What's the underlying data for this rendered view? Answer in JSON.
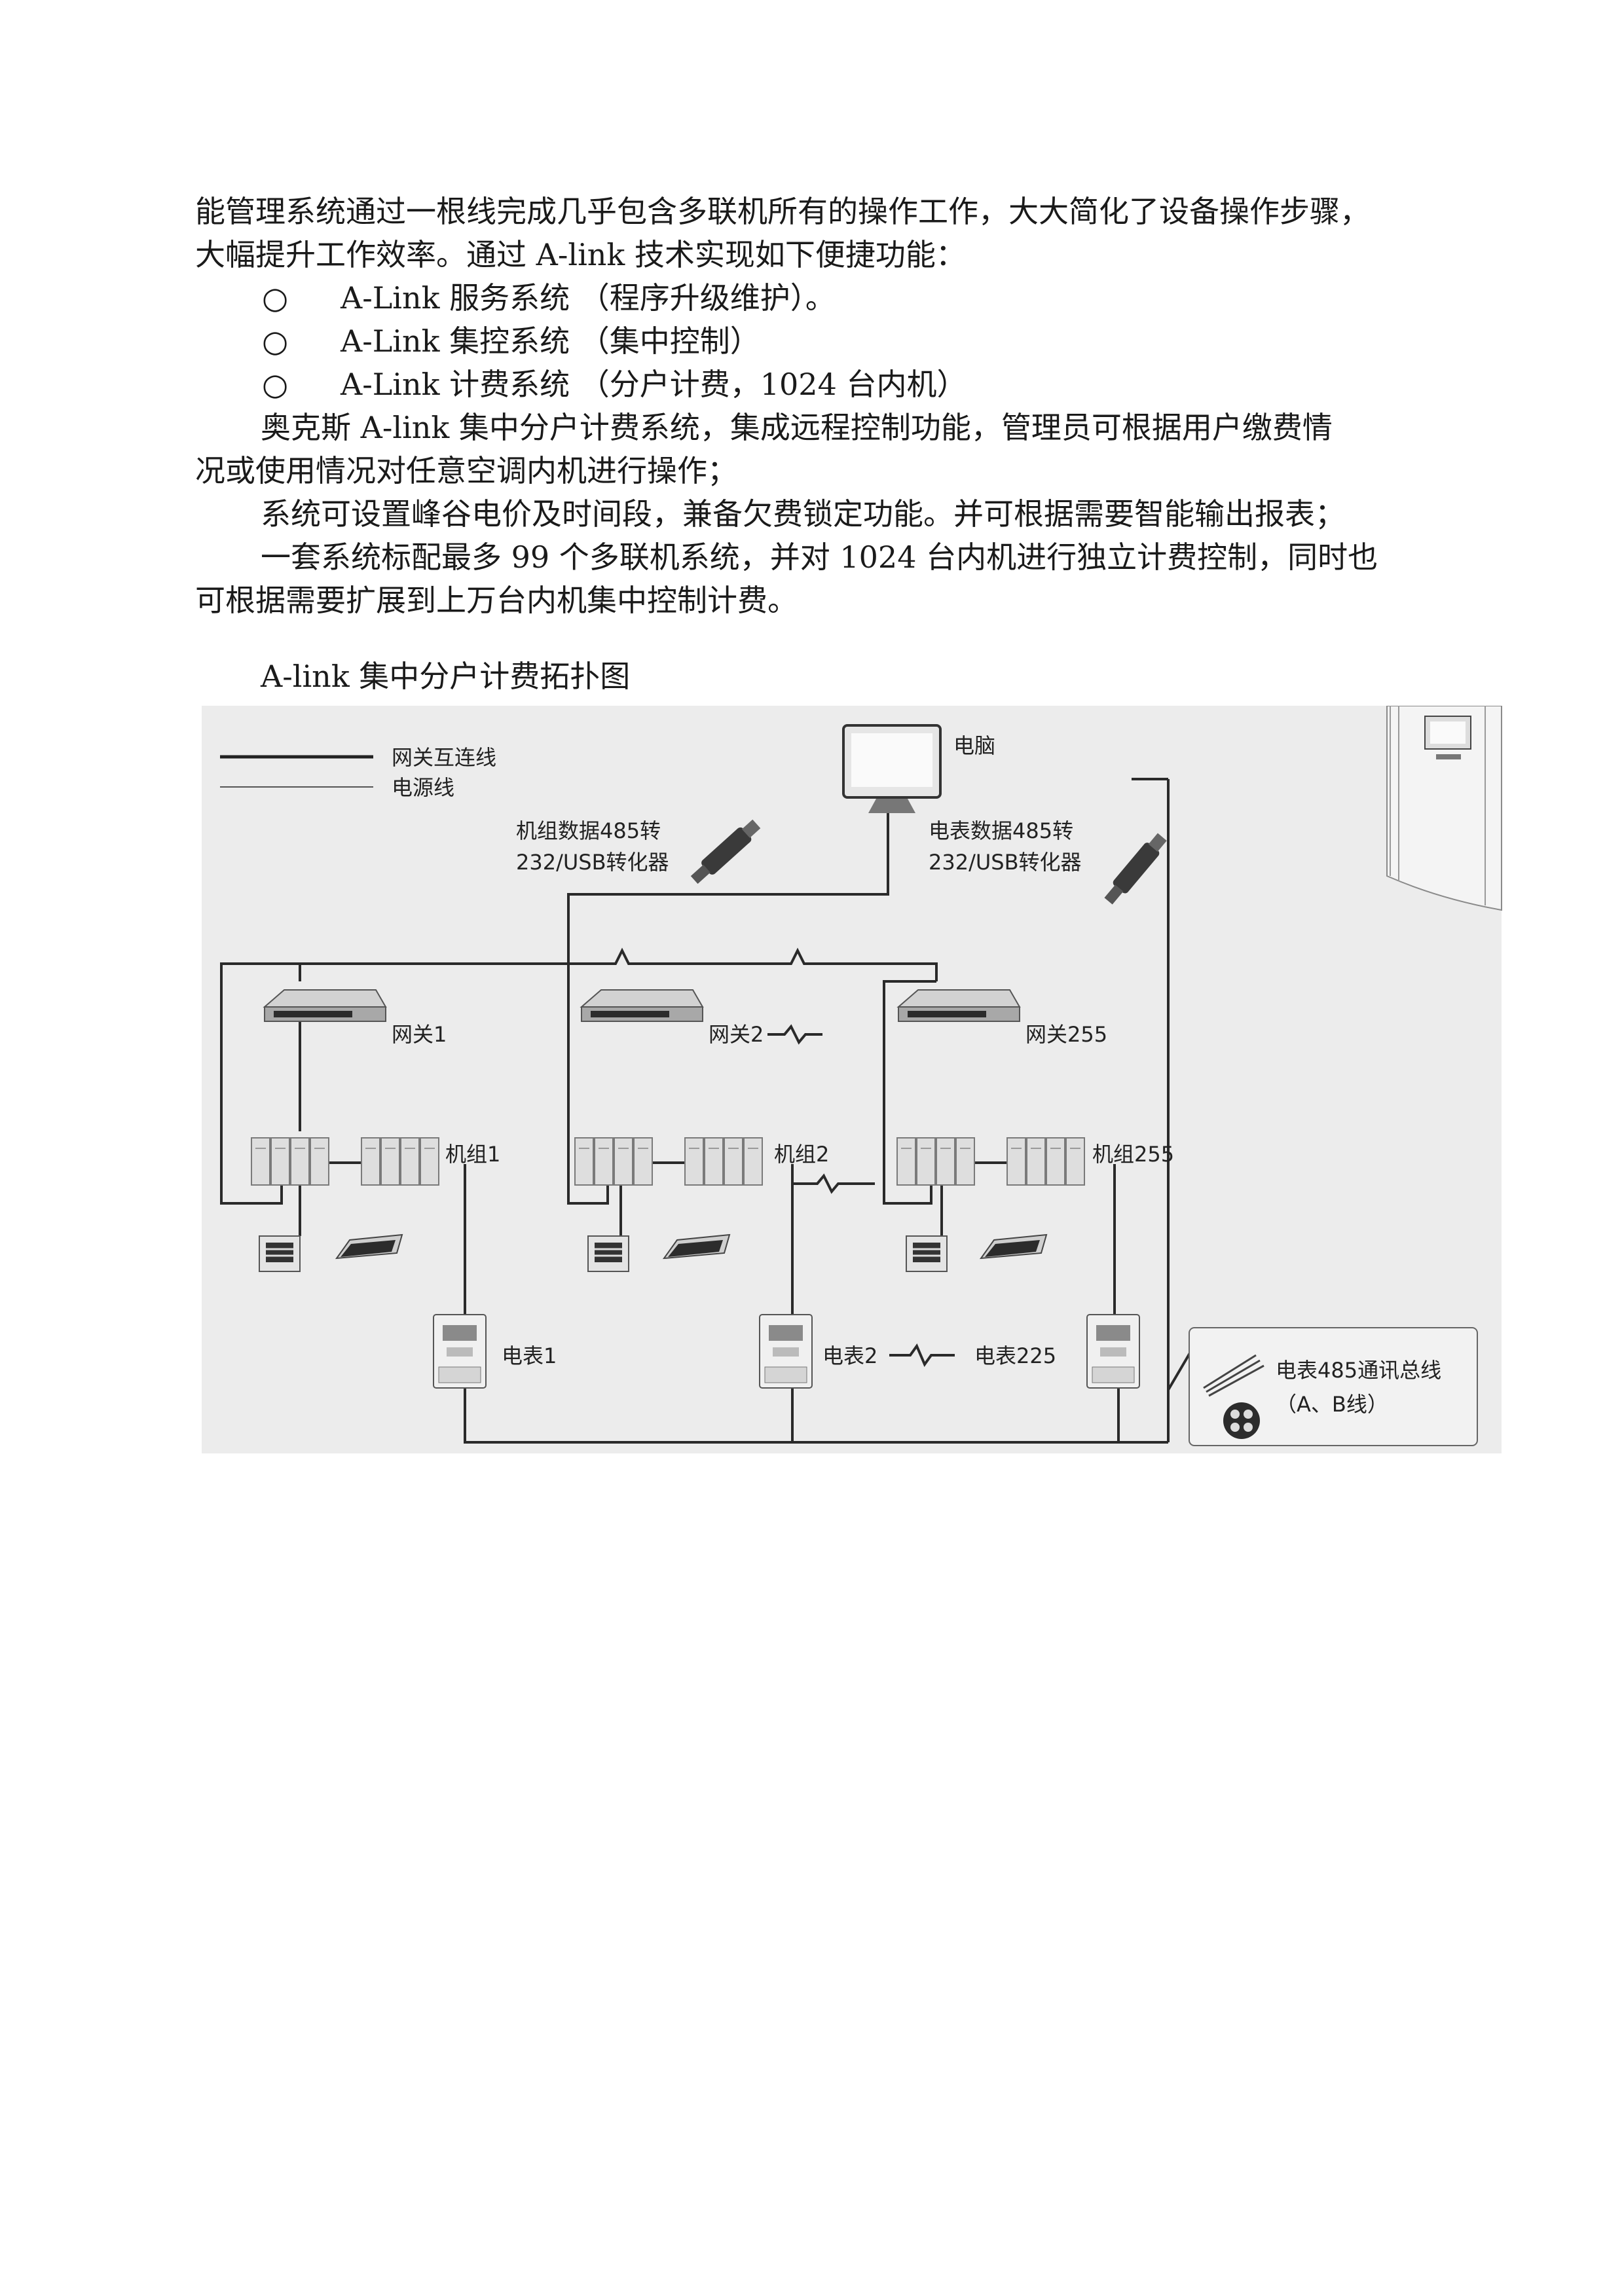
{
  "text": {
    "p1_line1": "能管理系统通过一根线完成几乎包含多联机所有的操作工作，大大简化了设备操作步骤，",
    "p1_line2": "大幅提升工作效率。通过 A-link 技术实现如下便捷功能：",
    "bullets": [
      {
        "mark": "○",
        "label": "A-Link 服务系统 （程序升级维护）。"
      },
      {
        "mark": "○",
        "label": "A-Link 集控系统 （集中控制）"
      },
      {
        "mark": "○",
        "label": "A-Link 计费系统 （分户计费，1024 台内机）"
      }
    ],
    "p2_line1": "奥克斯 A-link 集中分户计费系统，集成远程控制功能，管理员可根据用户缴费情",
    "p2_line2": "况或使用情况对任意空调内机进行操作；",
    "p3": "系统可设置峰谷电价及时间段，兼备欠费锁定功能。并可根据需要智能输出报表；",
    "p4_line1": "一套系统标配最多 99 个多联机系统，并对 1024 台内机进行独立计费控制，同时也",
    "p4_line2": "可根据需要扩展到上万台内机集中控制计费。",
    "figure_caption": "A-link 集中分户计费拓扑图"
  },
  "diagram": {
    "legend_gateway_line": "网关互连线",
    "legend_power_line": "电源线",
    "computer": "电脑",
    "converter_unit_line1": "机组数据485转",
    "converter_unit_line2": "232/USB转化器",
    "converter_meter_line1": "电表数据485转",
    "converter_meter_line2": "232/USB转化器",
    "gateways": [
      "网关1",
      "网关2",
      "网关255"
    ],
    "units": [
      "机组1",
      "机组2",
      "机组255"
    ],
    "meters": [
      "电表1",
      "电表2",
      "电表225"
    ],
    "bus_label_line1": "电表485通讯总线",
    "bus_label_line2": "（A、B线）",
    "colors": {
      "background": "#ececec",
      "line": "#2a2a2a",
      "device": "#b9b9b9"
    }
  }
}
